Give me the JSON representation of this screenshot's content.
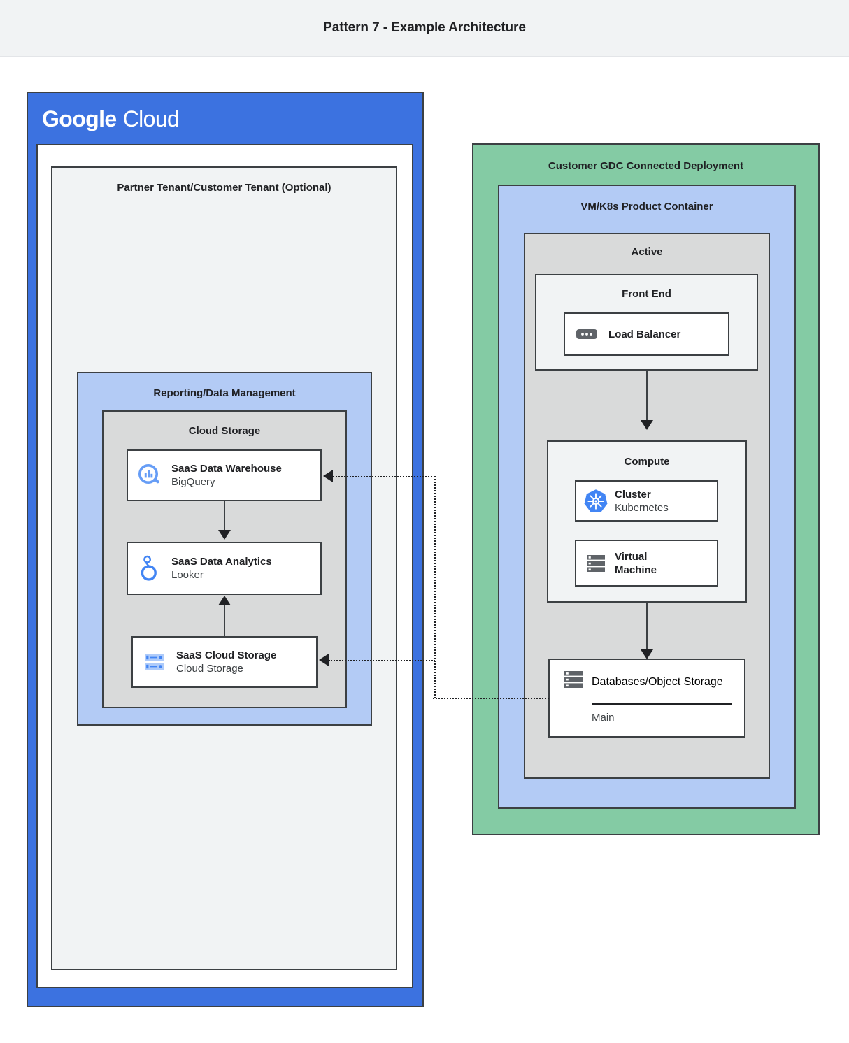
{
  "header": {
    "title": "Pattern 7 - Example Architecture"
  },
  "google_cloud": {
    "logo_part1": "Google",
    "logo_part2": "Cloud",
    "brand_color": "#3c72e0",
    "tenant": {
      "label": "Partner Tenant/Customer Tenant (Optional)",
      "reporting": {
        "label": "Reporting/Data Management",
        "color": "#b3cbf5",
        "cloud_storage_group": {
          "label": "Cloud Storage",
          "color": "#d9dada",
          "nodes": [
            {
              "icon": "bigquery-icon",
              "title": "SaaS Data Warehouse",
              "subtitle": "BigQuery"
            },
            {
              "icon": "looker-icon",
              "title": "SaaS Data Analytics",
              "subtitle": "Looker"
            },
            {
              "icon": "cloud-storage-icon",
              "title": "SaaS Cloud Storage",
              "subtitle": "Cloud Storage"
            }
          ]
        }
      }
    }
  },
  "gdc": {
    "label": "Customer GDC Connected Deployment",
    "color": "#84cba4",
    "product_container": {
      "label": "VM/K8s Product Container",
      "color": "#b3cbf5",
      "active": {
        "label": "Active",
        "color": "#d9dada",
        "front_end": {
          "label": "Front End",
          "color": "#f1f3f4",
          "nodes": [
            {
              "icon": "load-balancer-icon",
              "title": "Load Balancer",
              "subtitle": ""
            }
          ]
        },
        "compute": {
          "label": "Compute",
          "color": "#f1f3f4",
          "nodes": [
            {
              "icon": "kubernetes-icon",
              "title": "Cluster",
              "subtitle": "Kubernetes"
            },
            {
              "icon": "virtual-machine-icon",
              "title": "Virtual",
              "subtitle": "Machine"
            }
          ]
        },
        "database": {
          "icon": "database-storage-icon",
          "title_line1": "Databases/Object",
          "title_line2": "Storage",
          "sub": "Main"
        }
      }
    }
  },
  "connectors": {
    "solid_arrows": [
      {
        "from": "SaaS Data Warehouse",
        "to": "SaaS Data Analytics",
        "direction": "down"
      },
      {
        "from": "SaaS Cloud Storage",
        "to": "SaaS Data Analytics",
        "direction": "up"
      },
      {
        "from": "Load Balancer",
        "to": "Compute",
        "direction": "down"
      },
      {
        "from": "Compute",
        "to": "Databases/Object Storage",
        "direction": "down"
      }
    ],
    "dotted_arrows": [
      {
        "from": "Databases/Object Storage",
        "to": "SaaS Data Warehouse",
        "style": "dotted"
      },
      {
        "from": "Databases/Object Storage",
        "to": "SaaS Cloud Storage",
        "style": "dotted"
      }
    ]
  }
}
